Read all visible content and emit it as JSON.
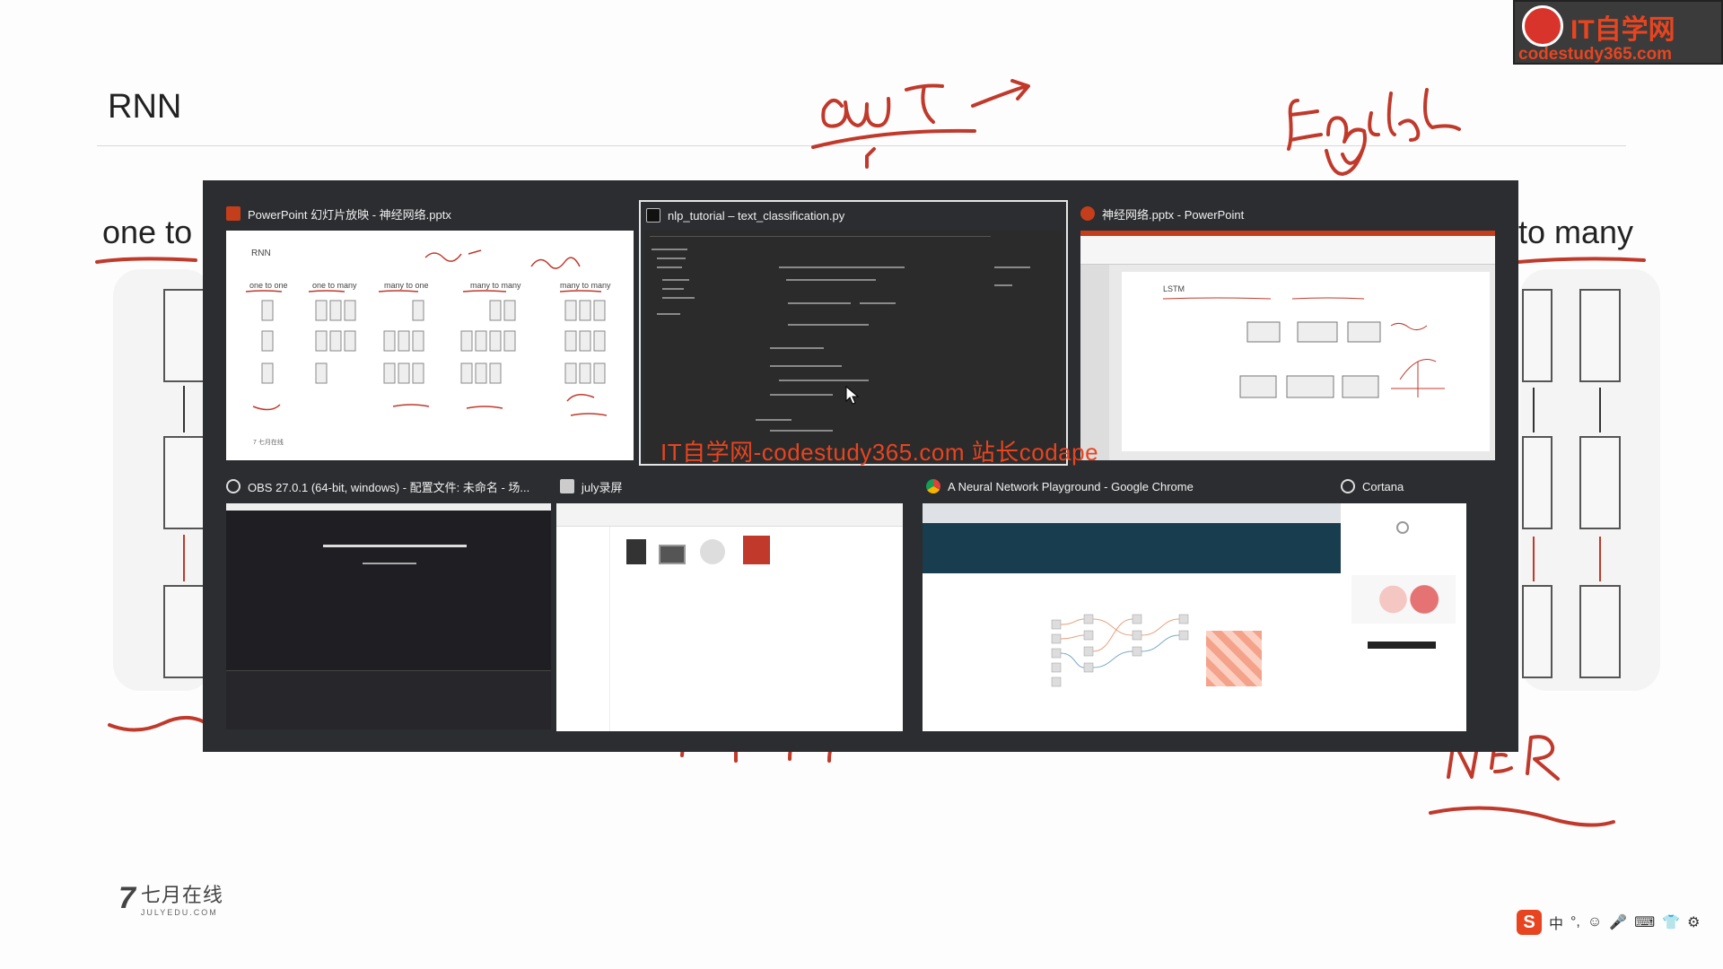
{
  "slide": {
    "title": "RNN",
    "left_caption": "one to",
    "right_caption": "to many"
  },
  "site_logo": {
    "cn": "IT自学网",
    "url": "codestudy365.com"
  },
  "brand_logo": {
    "cn": "七月在线",
    "en": "JULYEDU.COM"
  },
  "watermark": "IT自学网-codestudy365.com 站长codape",
  "ime": {
    "lang": "中",
    "items": [
      "°,",
      "☺",
      "🎤",
      "⌨",
      "👕",
      "⚙"
    ]
  },
  "switcher": {
    "windows": [
      {
        "id": "ppt-slideshow",
        "title": "PowerPoint 幻灯片放映 - 神经网络.pptx",
        "icon": "powerpoint-icon",
        "selected": false
      },
      {
        "id": "pycharm",
        "title": "nlp_tutorial – text_classification.py",
        "icon": "pycharm-icon",
        "selected": true
      },
      {
        "id": "ppt-editor",
        "title": "神经网络.pptx - PowerPoint",
        "icon": "powerpoint-icon",
        "selected": false
      },
      {
        "id": "obs",
        "title": "OBS 27.0.1 (64-bit, windows) - 配置文件: 未命名 - 场...",
        "icon": "obs-icon",
        "selected": false
      },
      {
        "id": "explorer",
        "title": "july录屏",
        "icon": "folder-icon",
        "selected": false
      },
      {
        "id": "chrome",
        "title": "A Neural Network Playground - Google Chrome",
        "icon": "chrome-icon",
        "selected": false
      },
      {
        "id": "cortana",
        "title": "Cortana",
        "icon": "cortana-icon",
        "selected": false
      }
    ]
  },
  "thumb_ppt": {
    "title": "RNN",
    "labels": [
      "one to one",
      "one to many",
      "many to one",
      "many to many",
      "many to many"
    ]
  },
  "thumb_pp": {
    "heading": "LSTM"
  },
  "colors": {
    "switcher_bg": "#2b2d30",
    "ink_red": "#c0392b",
    "accent": "#e8441f"
  }
}
